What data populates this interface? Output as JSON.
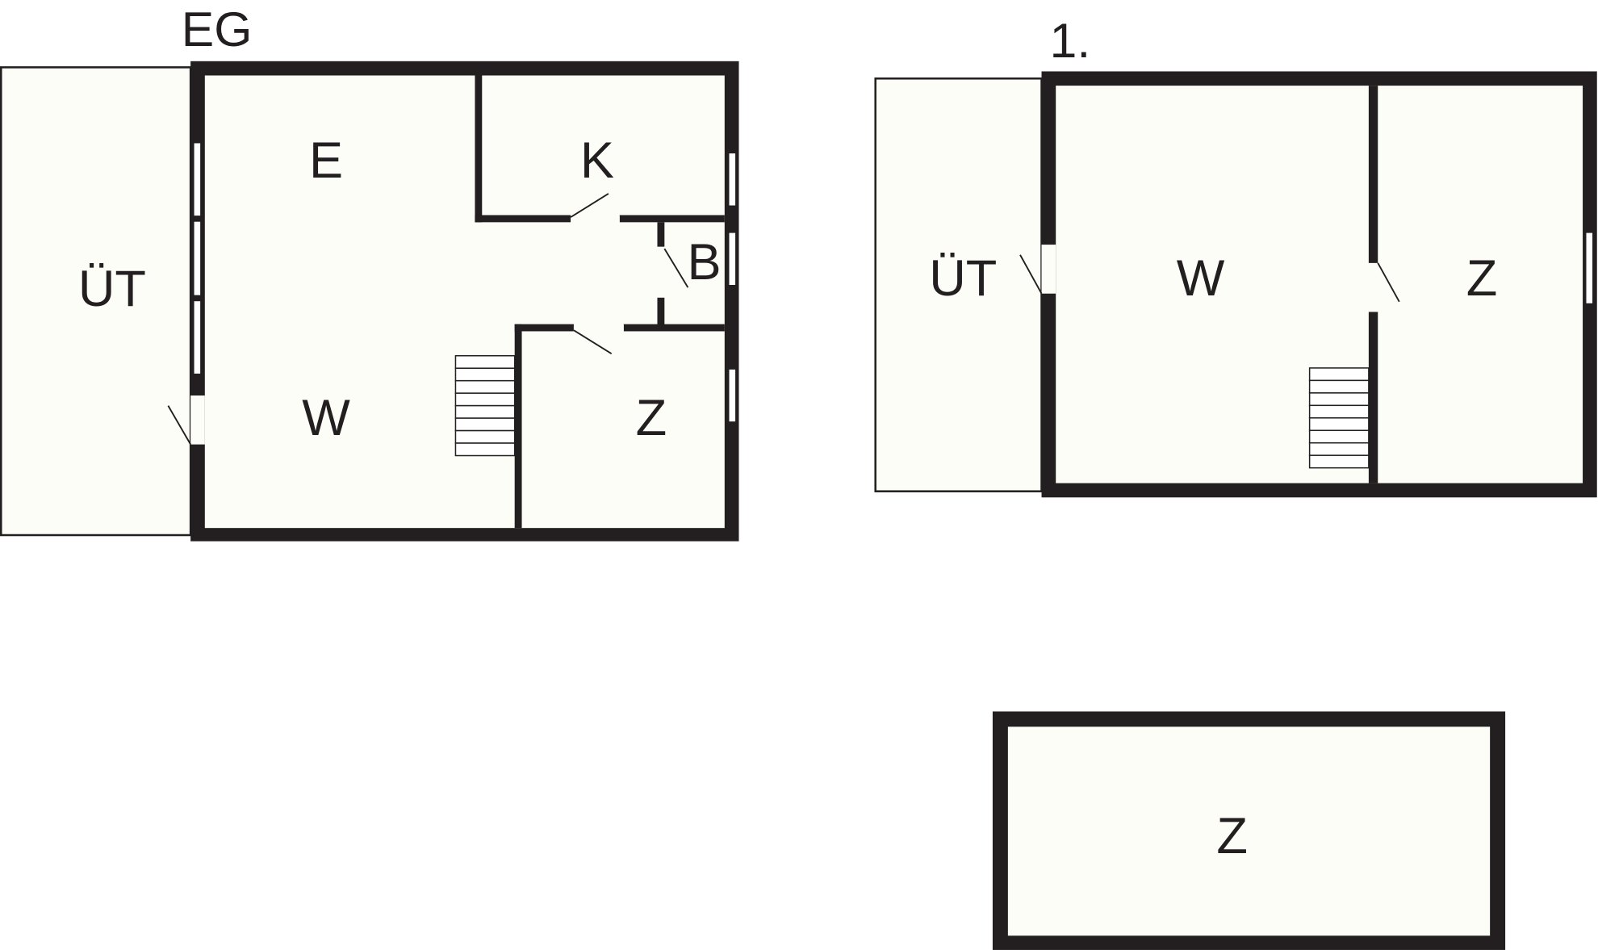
{
  "floors": {
    "ground": {
      "title": "EG",
      "rooms": {
        "terrace": "ÜT",
        "entry": "E",
        "kitchen": "K",
        "bath": "B",
        "living": "W",
        "bedroom": "Z"
      }
    },
    "first": {
      "title": "1.",
      "rooms": {
        "terrace": "ÜT",
        "living": "W",
        "bedroom": "Z"
      }
    },
    "annex": {
      "rooms": {
        "bedroom": "Z"
      }
    }
  },
  "colors": {
    "wall": "#231f20",
    "floor": "#fdfdf7"
  }
}
